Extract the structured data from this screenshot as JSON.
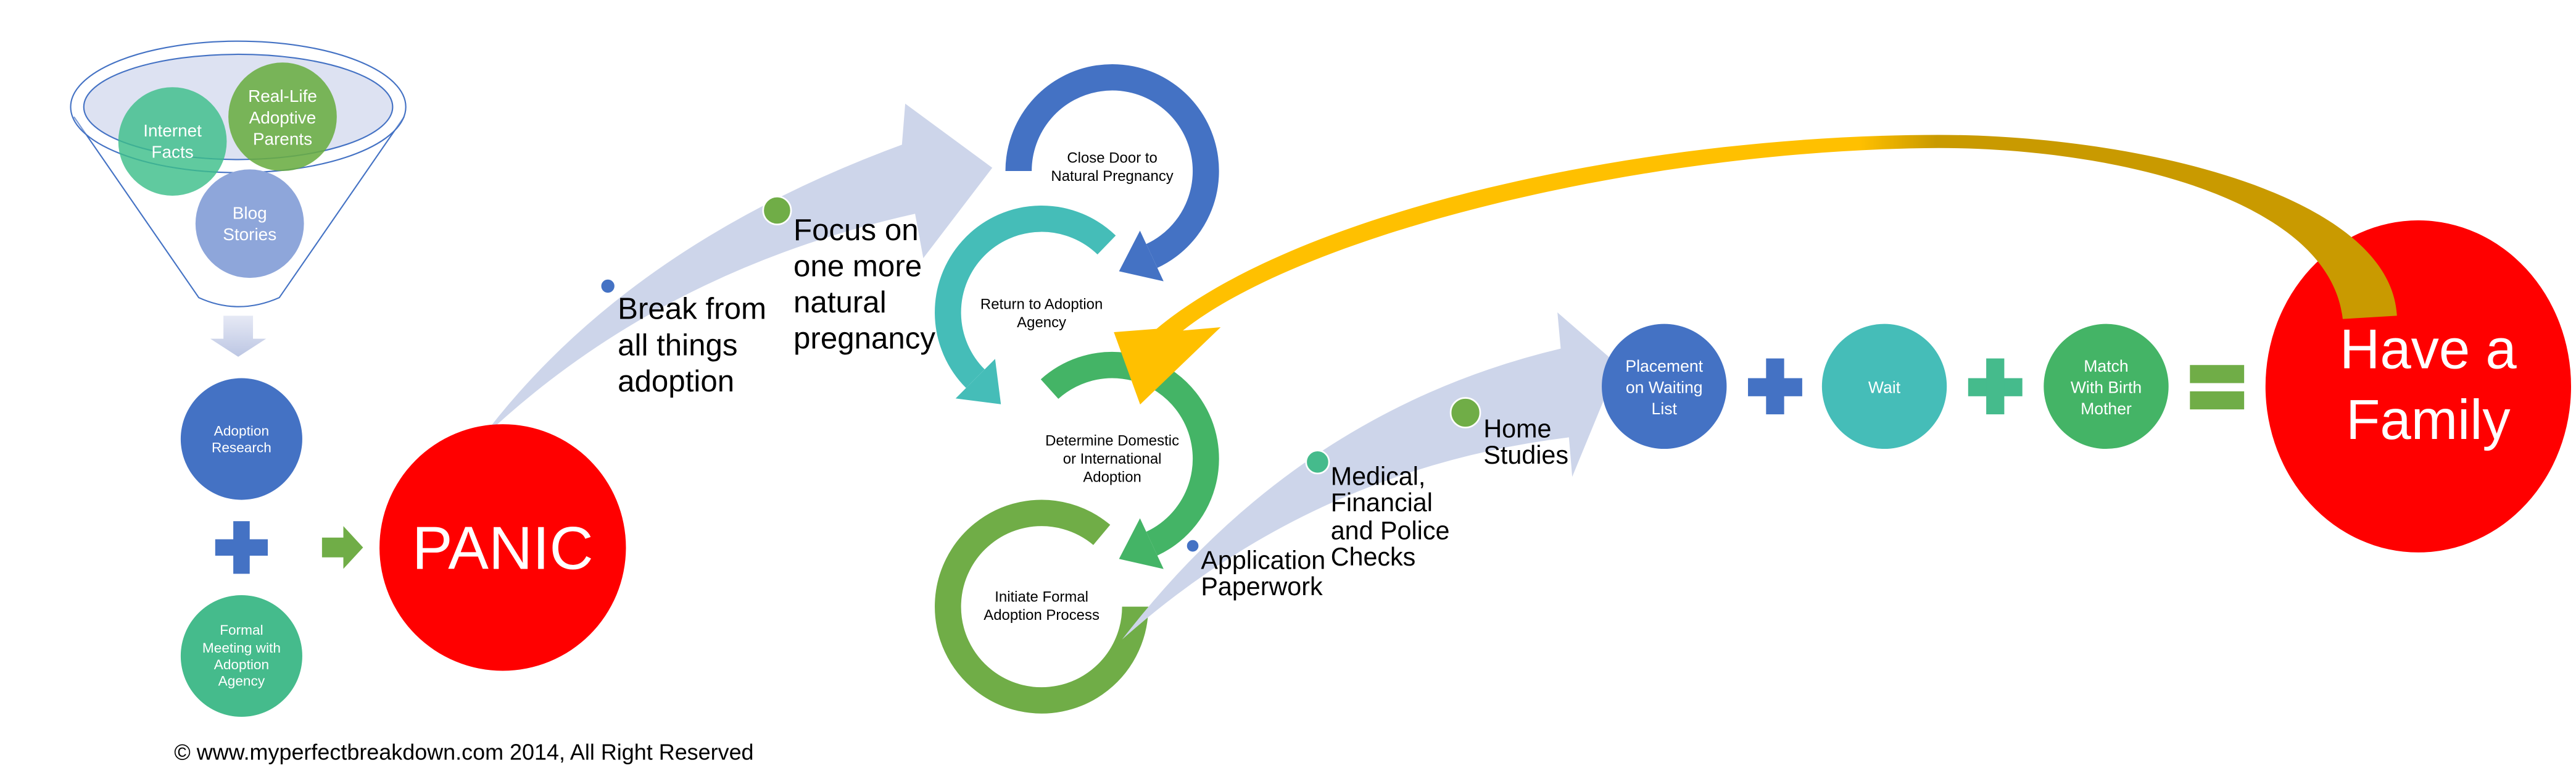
{
  "funnel": {
    "internet": {
      "lines": [
        "Internet",
        "Facts"
      ]
    },
    "real_life": {
      "lines": [
        "Real-Life",
        "Adoptive",
        "Parents"
      ]
    },
    "blog": {
      "lines": [
        "Blog",
        "Stories"
      ]
    }
  },
  "left_column": {
    "adoption_research": {
      "lines": [
        "Adoption",
        "Research"
      ]
    },
    "formal_meeting": {
      "lines": [
        "Formal",
        "Meeting with",
        "Adoption",
        "Agency"
      ]
    }
  },
  "panic": {
    "label": "PANIC"
  },
  "first_arrow": {
    "step1": {
      "lines": [
        "Break from",
        "all things",
        "adoption"
      ]
    },
    "step2": {
      "lines": [
        "Focus on",
        "one more",
        "natural",
        "pregnancy"
      ]
    }
  },
  "cycle": {
    "close_door": {
      "lines": [
        "Close Door to",
        "Natural Pregnancy"
      ]
    },
    "return_agency": {
      "lines": [
        "Return to Adoption",
        "Agency"
      ]
    },
    "determine": {
      "lines": [
        "Determine Domestic",
        "or International",
        "Adoption"
      ]
    },
    "initiate": {
      "lines": [
        "Initiate Formal",
        "Adoption Process"
      ]
    }
  },
  "second_arrow": {
    "step1": {
      "lines": [
        "Application",
        "Paperwork"
      ]
    },
    "step2": {
      "lines": [
        "Medical,",
        "Financial",
        "and Police",
        "Checks"
      ]
    },
    "step3": {
      "lines": [
        "Home",
        "Studies"
      ]
    }
  },
  "equation": {
    "placement": {
      "lines": [
        "Placement",
        "on Waiting",
        "List"
      ]
    },
    "wait": {
      "lines": [
        "Wait"
      ]
    },
    "match": {
      "lines": [
        "Match",
        "With Birth",
        "Mother"
      ]
    },
    "result": {
      "lines": [
        "Have a",
        "Family"
      ]
    }
  },
  "copyright": "© www.myperfectbreakdown.com 2014, All Right Reserved",
  "colors": {
    "blue": "#4472C4",
    "teal": "#45BDB8",
    "green": "#44B466",
    "olive": "#70AD47",
    "sea_green": "#45BB8C",
    "red": "#FF0000",
    "light_arrow": "#CDD5EA",
    "gold": "#FFC000",
    "dark_gold": "#C99A00"
  }
}
